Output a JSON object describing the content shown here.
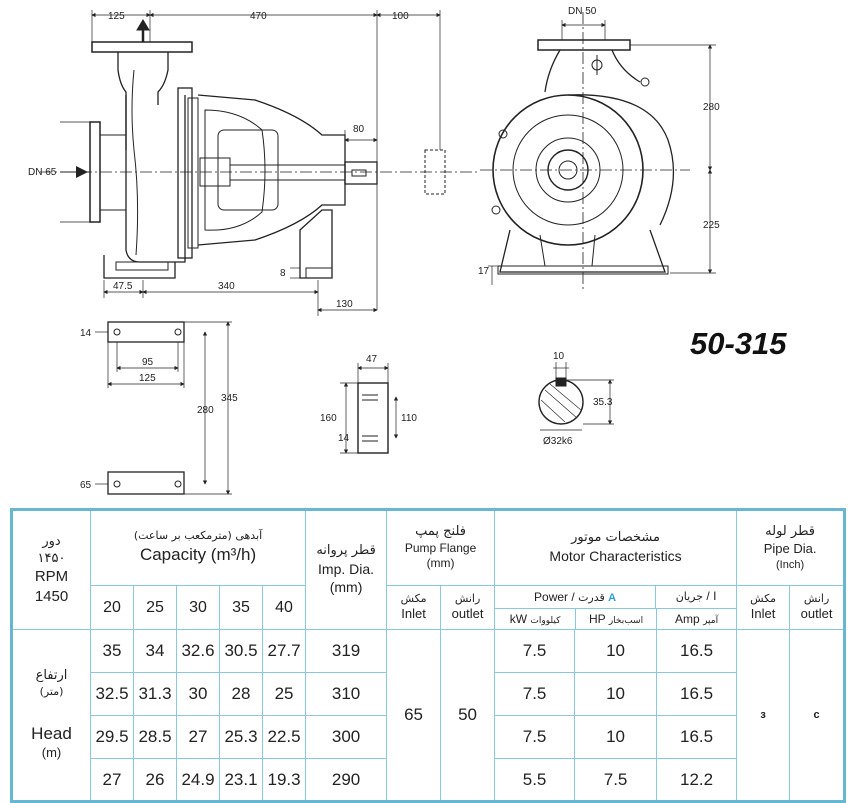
{
  "model": "50-315",
  "dimensions": {
    "top_125": "125",
    "top_470": "470",
    "top_100": "100",
    "dn_inlet": "DN 65",
    "dn_outlet": "DN 50",
    "shaft_80": "80",
    "foot_8": "8",
    "bottom_47_5": "47.5",
    "bottom_340": "340",
    "bottom_130": "130",
    "side_280": "280",
    "side_225": "225",
    "side_17": "17",
    "base_14": "14",
    "base_95": "95",
    "base_125": "125",
    "base_280": "280",
    "base_345": "345",
    "base_65": "65",
    "foot_47": "47",
    "foot_160": "160",
    "foot_110": "110",
    "foot_14": "14",
    "key_10": "10",
    "key_35_3": "35.3",
    "shaft_dia": "Ø32k6"
  },
  "table": {
    "rpm_fa": "دور",
    "rpm_fa_value": "۱۴۵۰",
    "rpm_en": "RPM",
    "rpm_en_value": "1450",
    "capacity_fa": "آبدهی (مترمکعب بر ساعت)",
    "capacity_en": "Capacity (m³/h)",
    "capacity_values": [
      "20",
      "25",
      "30",
      "35",
      "40"
    ],
    "imp_fa": "قطر پروانه",
    "imp_en": "Imp. Dia.",
    "imp_unit": "(mm)",
    "flange_fa": "فلنج پمپ",
    "flange_en": "Pump Flange",
    "flange_unit": "(mm)",
    "inlet_fa": "مکش",
    "inlet_en": "Inlet",
    "outlet_fa": "رانش",
    "outlet_en": "outlet",
    "motor_fa": "مشخصات موتور",
    "motor_en": "Motor Characteristics",
    "power_en": "Power",
    "power_sep": "/",
    "power_fa": "قدرت",
    "power_mark": "A",
    "current_fa": "جریان",
    "current_en": "I",
    "kw_en": "kW",
    "kw_fa": "کیلووات",
    "hp_en": "HP",
    "hp_fa": "اسب‌بخار",
    "amp_en": "Amp",
    "amp_fa": "آمپر",
    "pipe_fa": "قطر لوله",
    "pipe_en": "Pipe Dia.",
    "pipe_unit": "(Inch)",
    "head_fa": "ارتفاع",
    "head_fa_unit": "(متر)",
    "head_en": "Head",
    "head_en_unit": "(m)",
    "flange_inlet_value": "65",
    "flange_outlet_value": "50",
    "pipe_inlet_value": "з",
    "pipe_outlet_value": "c",
    "rows": [
      {
        "head": [
          "35",
          "34",
          "32.6",
          "30.5",
          "27.7"
        ],
        "imp": "319",
        "kw": "7.5",
        "hp": "10",
        "amp": "16.5"
      },
      {
        "head": [
          "32.5",
          "31.3",
          "30",
          "28",
          "25"
        ],
        "imp": "310",
        "kw": "7.5",
        "hp": "10",
        "amp": "16.5"
      },
      {
        "head": [
          "29.5",
          "28.5",
          "27",
          "25.3",
          "22.5"
        ],
        "imp": "300",
        "kw": "7.5",
        "hp": "10",
        "amp": "16.5"
      },
      {
        "head": [
          "27",
          "26",
          "24.9",
          "23.1",
          "19.3"
        ],
        "imp": "290",
        "kw": "5.5",
        "hp": "7.5",
        "amp": "12.2"
      }
    ]
  }
}
